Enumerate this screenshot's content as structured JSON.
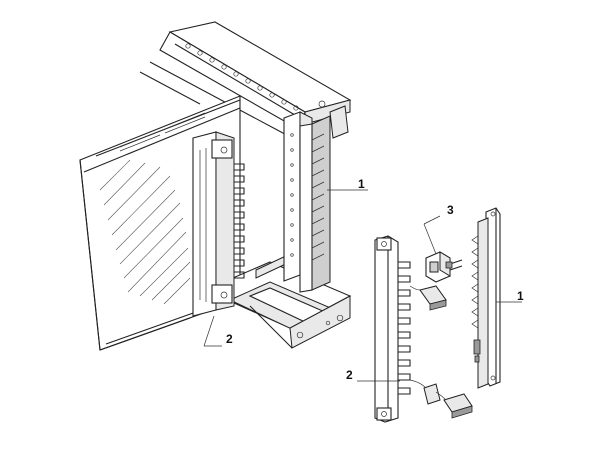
{
  "callouts": {
    "rack_bracket": "1",
    "rack_connector": "2",
    "detail_component": "3",
    "detail_bracket": "1",
    "detail_connector": "2"
  },
  "colors": {
    "line": "#222222",
    "fill_light": "#e9e9e9",
    "fill_mid": "#cfcfcf",
    "background": "#ffffff"
  }
}
